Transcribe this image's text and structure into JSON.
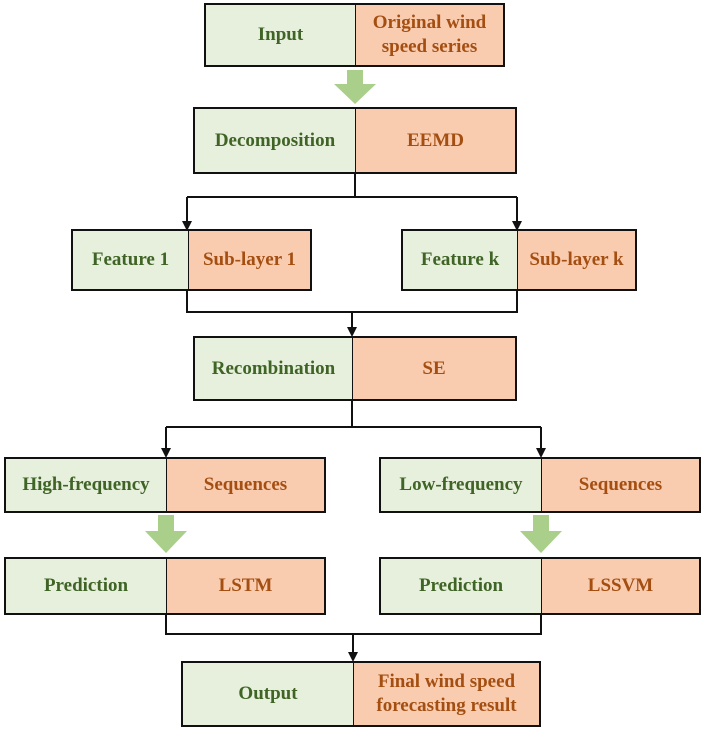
{
  "colors": {
    "green_fill": "#e6f0dc",
    "green_text": "#3f6426",
    "orange_fill": "#f9ccb0",
    "orange_text": "#a44f11",
    "block_arrow": "#a9cf8b",
    "line": "#111111"
  },
  "nodes": {
    "input": {
      "label": "Input",
      "value": "Original wind speed series"
    },
    "decomposition": {
      "label": "Decomposition",
      "value": "EEMD"
    },
    "feature1": {
      "label": "Feature 1",
      "value": "Sub-layer 1"
    },
    "featurek": {
      "label": "Feature k",
      "value": "Sub-layer k"
    },
    "recombination": {
      "label": "Recombination",
      "value": "SE"
    },
    "high": {
      "label": "High-frequency",
      "value": "Sequences"
    },
    "low": {
      "label": "Low-frequency",
      "value": "Sequences"
    },
    "pred_lstm": {
      "label": "Prediction",
      "value": "LSTM"
    },
    "pred_lssvm": {
      "label": "Prediction",
      "value": "LSSVM"
    },
    "output": {
      "label": "Output",
      "value": "Final wind speed forecasting result"
    }
  }
}
